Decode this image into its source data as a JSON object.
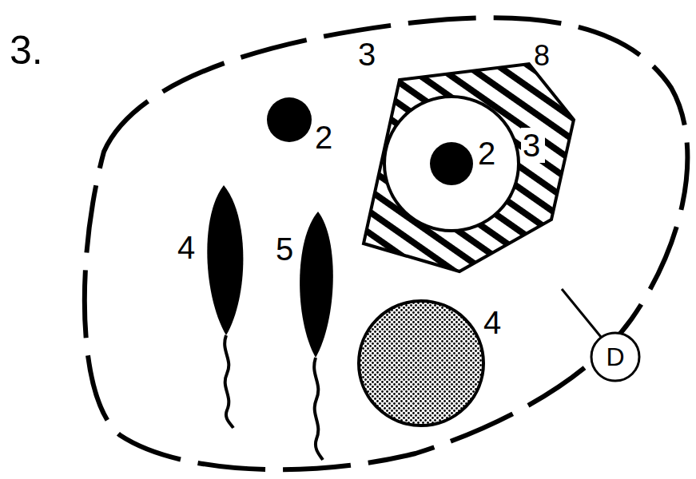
{
  "diagram": {
    "nodes": [
      {
        "text": [
          "D"
        ]
      }
    ],
    "labels": [
      "3.",
      "3",
      "2",
      "8",
      "2",
      "3",
      "4",
      "5",
      "4"
    ]
  }
}
